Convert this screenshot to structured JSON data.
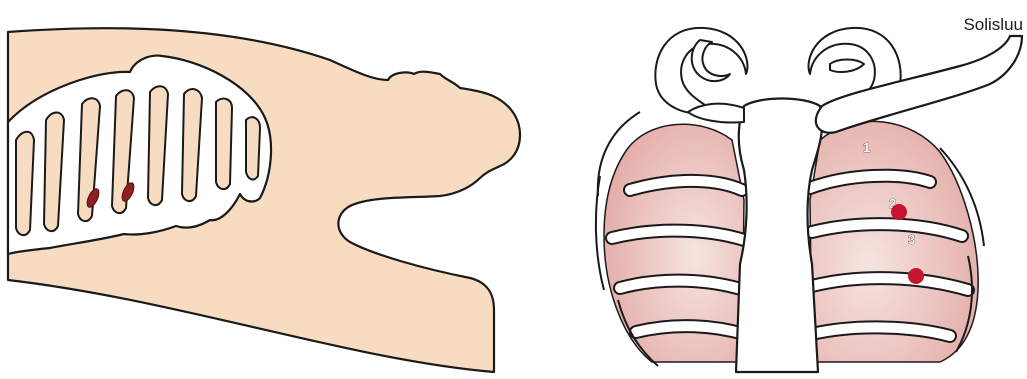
{
  "labels": {
    "clavicle": "Solisluu",
    "rib_1": "1",
    "rib_2": "2",
    "rib_3": "3"
  },
  "colors": {
    "skin": "#f8dcc2",
    "lung": "#e2a6a2",
    "lung_light": "#f6e4e0",
    "bone": "#ffffff",
    "outline": "#1a1a1a",
    "marker": "#c5142e",
    "marker_dark": "#8e1e22"
  },
  "icons": {
    "side_view": "lateral-body-ribcage-illustration",
    "front_view": "anterior-thorax-illustration",
    "marker": "puncture-site-marker"
  }
}
